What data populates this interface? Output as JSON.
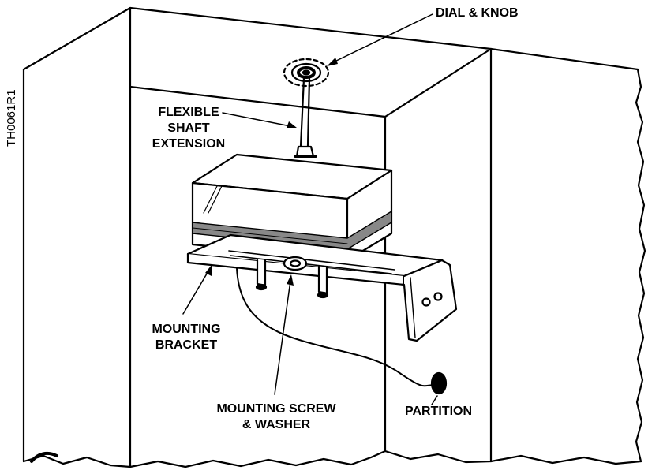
{
  "figure_code": "TH0061R1",
  "labels": {
    "dial_knob": "DIAL & KNOB",
    "flexible_shaft": [
      "FLEXIBLE",
      "SHAFT",
      "EXTENSION"
    ],
    "mounting_bracket": [
      "MOUNTING",
      "BRACKET"
    ],
    "mounting_screw": [
      "MOUNTING SCREW",
      "& WASHER"
    ],
    "partition": "PARTITION"
  }
}
